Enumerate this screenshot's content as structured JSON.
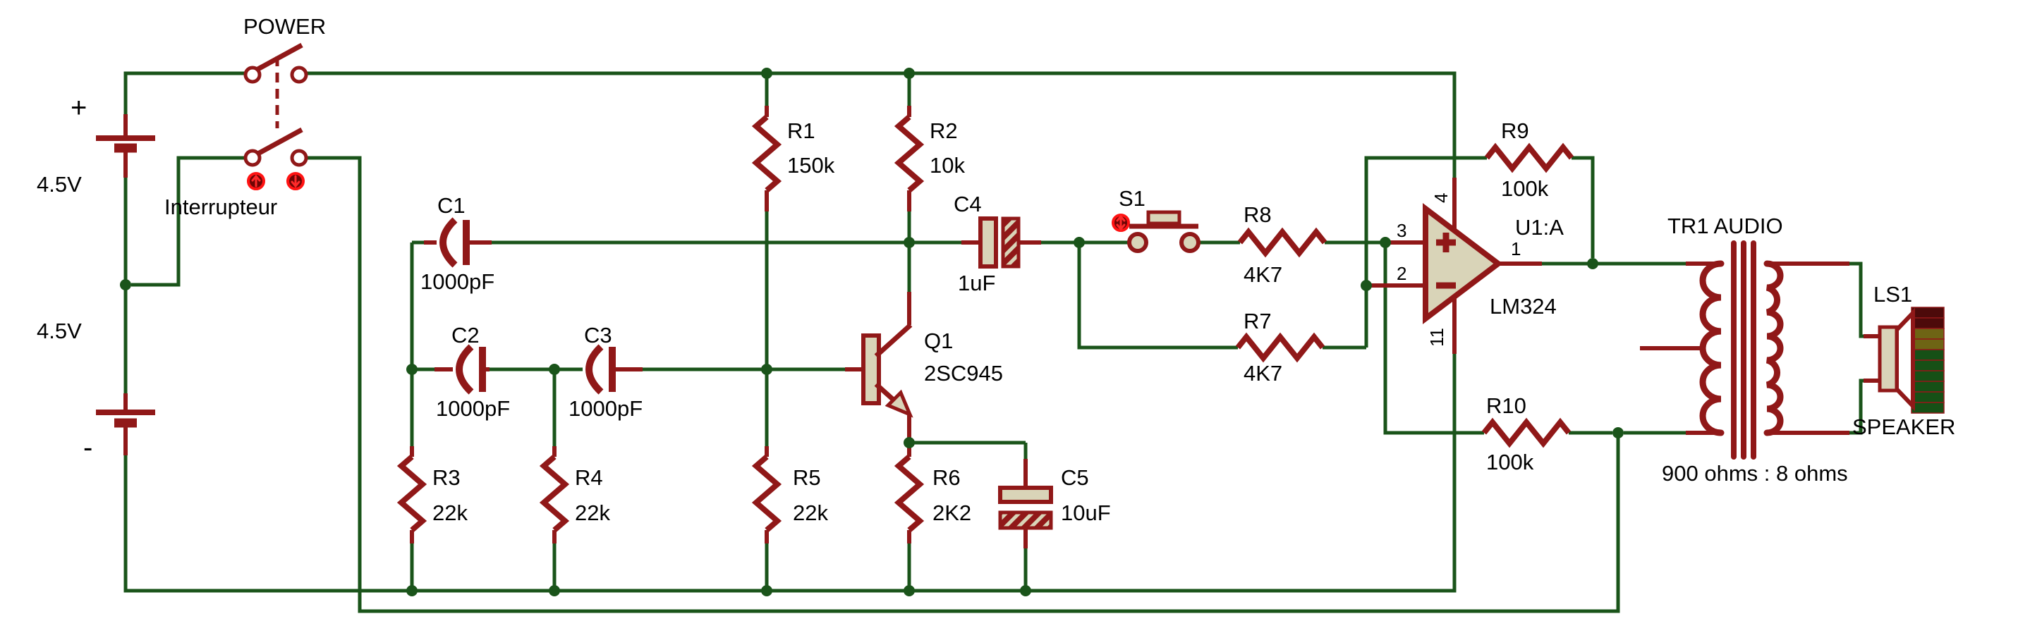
{
  "colors": {
    "canvas": "#ffffff",
    "wire_green": "#1a541a",
    "component_maroon": "#901818",
    "body_beige": "#d9d4b8",
    "indicator_red": "#ff1313",
    "text": "#000000"
  },
  "power_section": {
    "switch_label": "POWER",
    "interrupter_label": "Interrupteur",
    "battery_top": {
      "polarity": "+",
      "voltage": "4.5V"
    },
    "battery_bottom": {
      "voltage": "4.5V",
      "polarity": "-"
    }
  },
  "resistors": {
    "r1": {
      "ref": "R1",
      "value": "150k"
    },
    "r2": {
      "ref": "R2",
      "value": "10k"
    },
    "r3": {
      "ref": "R3",
      "value": "22k"
    },
    "r4": {
      "ref": "R4",
      "value": "22k"
    },
    "r5": {
      "ref": "R5",
      "value": "22k"
    },
    "r6": {
      "ref": "R6",
      "value": "2K2"
    },
    "r7": {
      "ref": "R7",
      "value": "4K7"
    },
    "r8": {
      "ref": "R8",
      "value": "4K7"
    },
    "r9": {
      "ref": "R9",
      "value": "100k"
    },
    "r10": {
      "ref": "R10",
      "value": "100k"
    }
  },
  "capacitors": {
    "c1": {
      "ref": "C1",
      "value": "1000pF"
    },
    "c2": {
      "ref": "C2",
      "value": "1000pF"
    },
    "c3": {
      "ref": "C3",
      "value": "1000pF"
    },
    "c4": {
      "ref": "C4",
      "value": "1uF"
    },
    "c5": {
      "ref": "C5",
      "value": "10uF"
    }
  },
  "transistor": {
    "ref": "Q1",
    "value": "2SC945"
  },
  "push_button": {
    "ref": "S1"
  },
  "opamp": {
    "ref": "U1:A",
    "value": "LM324",
    "pin_noninverting": "3",
    "pin_inverting": "2",
    "pin_output": "1",
    "pin_vcc": "4",
    "pin_gnd": "11"
  },
  "transformer": {
    "ref": "TR1 AUDIO",
    "ratio": "900 ohms : 8 ohms"
  },
  "speaker": {
    "ref": "LS1",
    "label": "SPEAKER"
  }
}
